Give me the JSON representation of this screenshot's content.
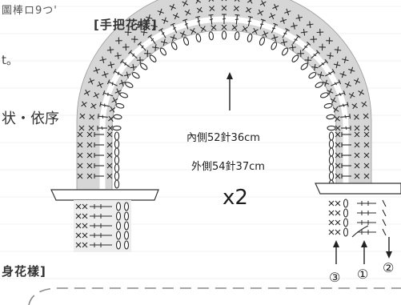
{
  "fragments": {
    "top": "圖棒ロ9つ'",
    "mid1": "t。",
    "mid2": "状・依序"
  },
  "titles": {
    "handle": "[手把花樣]",
    "body": "身花樣]"
  },
  "labels": {
    "inner": "內側52針36cm",
    "outer": "外側54針37cm",
    "repeat": "x2"
  },
  "row_markers": [
    "③",
    "①",
    "②"
  ],
  "colors": {
    "band": "#d6d6d6",
    "stroke": "#2b2b2b",
    "grid": "#e6e6e6"
  }
}
